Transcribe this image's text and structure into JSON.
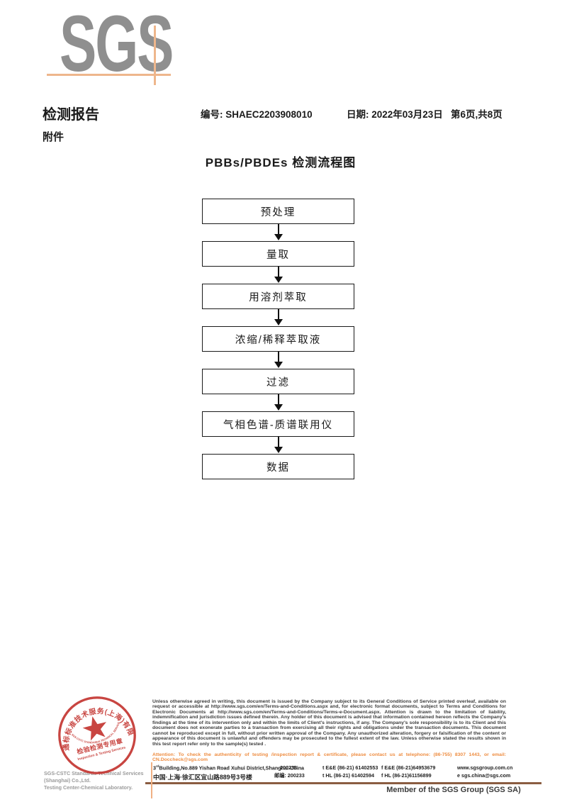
{
  "logo": {
    "text": "SGS",
    "gray": "#8f8f8f",
    "accent": "#eeb68c"
  },
  "header": {
    "report_title": "检测报告",
    "number": "编号: SHAEC2203908010",
    "date": "日期: 2022年03月23日",
    "page_info": "第6页,共8页",
    "attachment": "附件"
  },
  "flowchart": {
    "title": "PBBs/PBDEs 检测流程图",
    "steps": [
      "预处理",
      "量取",
      "用溶剂萃取",
      "浓缩/稀释萃取液",
      "过滤",
      "气相色谱-质谱联用仪",
      "数据"
    ]
  },
  "seal": {
    "arc_top": "通标标准技术服务(上海)有限公司",
    "arc_bottom": "SGS-CSTC STANDARDS TECHNICAL SERVICES (SHANGHAI) CO.,LTD.",
    "line1": "检验检测专用章",
    "line2": "Inspection & Testing Services",
    "color": "#c43631"
  },
  "company": {
    "line1": "SGS-CSTC Standards Technical Services (Shanghai) Co.,Ltd.",
    "line2": "Testing Center-Chemical Laboratory."
  },
  "disclaimer": {
    "text": "Unless otherwise agreed in writing, this document is issued by the Company subject to its General Conditions of Service printed overleaf, available on request or accessible at http://www.sgs.com/en/Terms-and-Conditions.aspx and, for electronic format documents, subject to Terms and Conditions for Electronic Documents at http://www.sgs.com/en/Terms-and-Conditions/Terms-e-Document.aspx. Attention is drawn to the limitation of liability, indemnification and jurisdiction issues defined therein. Any holder of this document is advised that information contained hereon reflects the Company's findings at the time of its intervention only and within the limits of Client's instructions, if any. The Company's sole responsibility is to its Client and this document does not exonerate parties to a transaction from exercising all their rights and obligations under the transaction documents. This document cannot be reproduced except in full, without prior written approval of the Company. Any unauthorized alteration, forgery or falsification of the content or appearance of this document is unlawful and offenders may be prosecuted to the fullest extent of the law. Unless otherwise stated the results shown in this test report refer only to the sample(s) tested .",
    "attention": "Attention: To check the authenticity of testing /inspection report & certificate, please contact us at telephone: (86-755) 8307 1443, or email: CN.Doccheck@sgs.com"
  },
  "address": {
    "en_pre": "3",
    "en_sup": "rd",
    "en_rest": "Building,No.889 Yishan Road Xuhui District,Shanghai China",
    "en_post": "200233",
    "en_phone": "t E&E (86-21) 61402553",
    "en_fax": "f E&E (86-21)64953679",
    "web": "www.sgsgroup.com.cn",
    "cn": "中国·上海·徐汇区宜山路889号3号楼",
    "cn_post": "邮编: 200233",
    "cn_phone": "t HL (86-21) 61402594",
    "cn_fax": "f HL (86-21)61156899",
    "email": "e sgs.china@sgs.com"
  },
  "footer": {
    "member": "Member of the SGS Group (SGS SA)"
  }
}
